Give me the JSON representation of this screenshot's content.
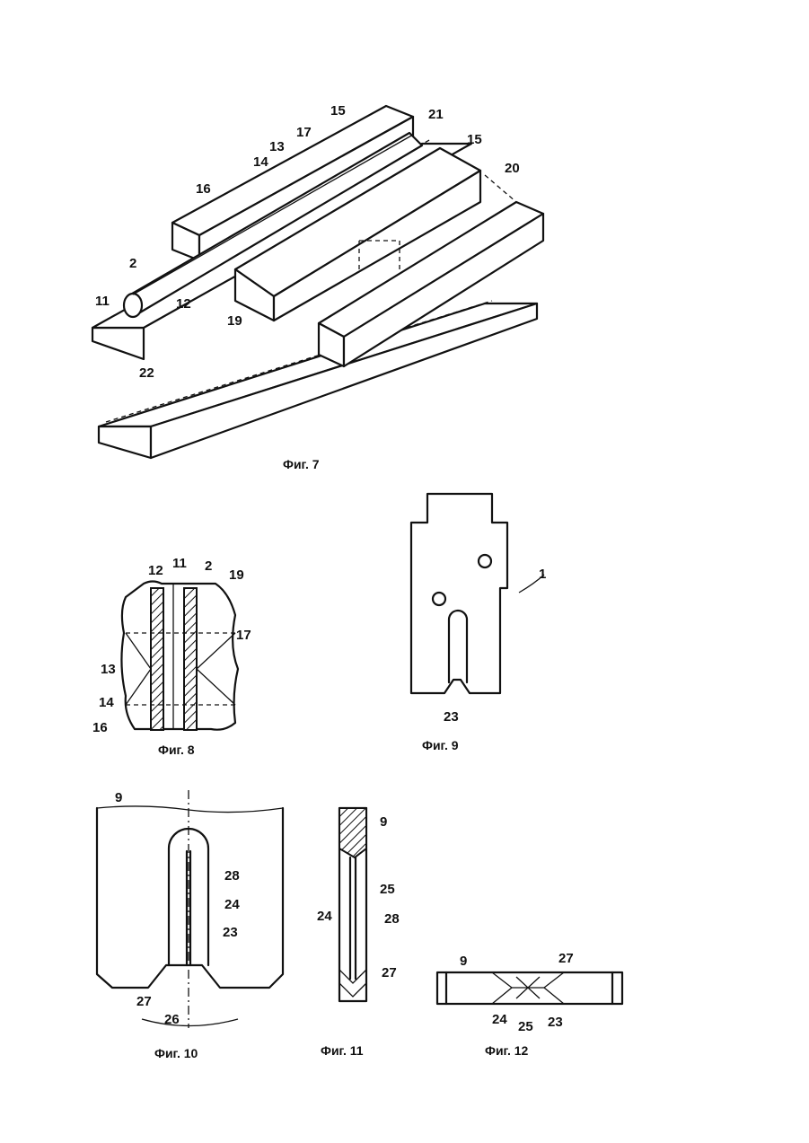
{
  "figures": {
    "fig7": {
      "caption": "Фиг. 7",
      "labels": {
        "l2": "2",
        "l11": "11",
        "l12": "12",
        "l13": "13",
        "l14": "14",
        "l15a": "15",
        "l15b": "15",
        "l16": "16",
        "l17": "17",
        "l19": "19",
        "l20": "20",
        "l21": "21",
        "l22a": "22"
      }
    },
    "fig8": {
      "caption": "Фиг. 8",
      "labels": {
        "l12": "12",
        "l11": "11",
        "l2": "2",
        "l19": "19",
        "l17": "17",
        "l13": "13",
        "l14": "14",
        "l16": "16"
      }
    },
    "fig9": {
      "caption": "Фиг. 9",
      "labels": {
        "l1": "1",
        "l23": "23"
      }
    },
    "fig10": {
      "caption": "Фиг. 10",
      "labels": {
        "l9": "9",
        "l28": "28",
        "l24": "24",
        "l23": "23",
        "l27": "27",
        "l26": "26"
      }
    },
    "fig11": {
      "caption": "Фиг. 11",
      "labels": {
        "l9": "9",
        "l25": "25",
        "l24": "24",
        "l28": "28",
        "l27": "27"
      }
    },
    "fig12": {
      "caption": "Фиг. 12",
      "labels": {
        "l9": "9",
        "l27": "27",
        "l24": "24",
        "l25": "25",
        "l23": "23"
      }
    }
  }
}
